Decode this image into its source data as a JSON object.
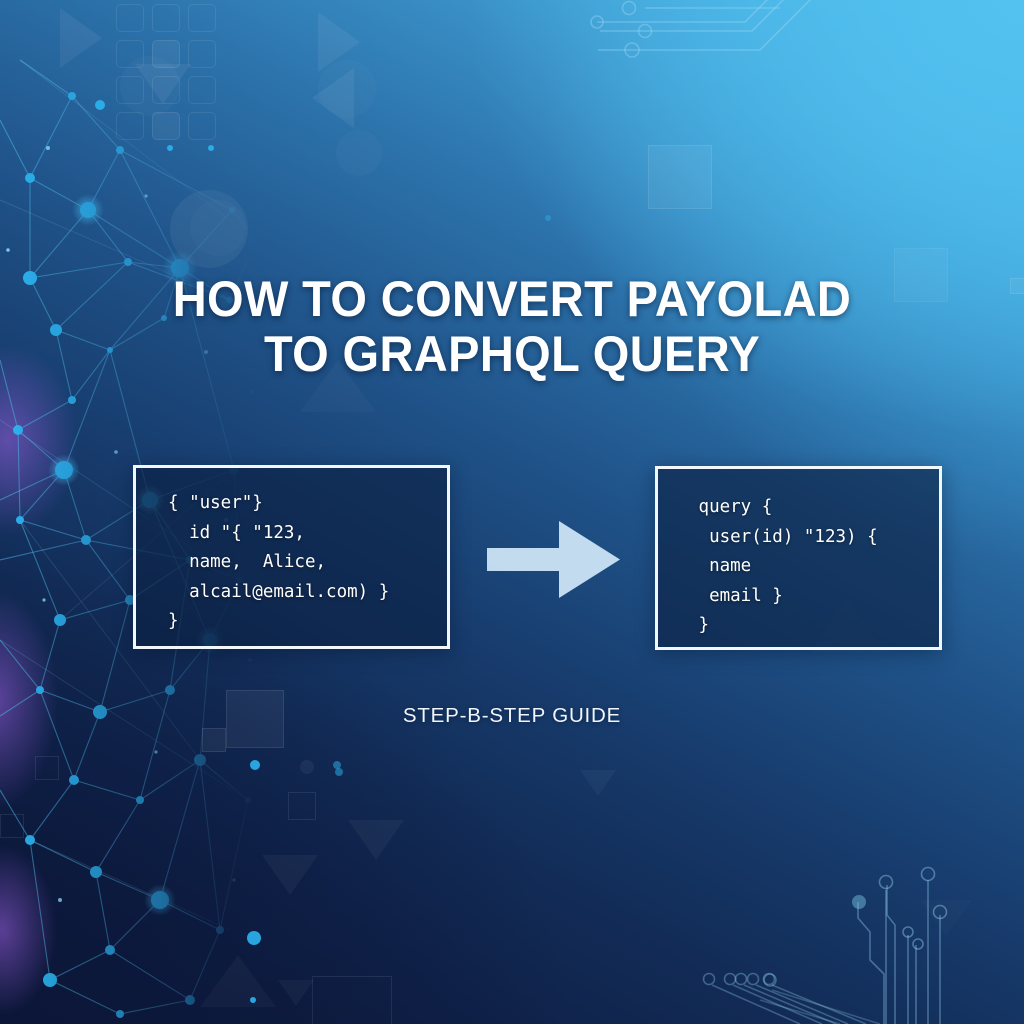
{
  "poster": {
    "title_line_1": "HOW TO CONVERT PAYOLAD",
    "title_line_2": "TO GRAPHQL QUERY",
    "subtitle": "STEP-B-STEP GUIDE"
  },
  "panels": {
    "input": {
      "label": "json-payload-box",
      "code": "{ \"user\"}\n  id \"{ \"123,\n  name,  Alice,\n  alcail@email.com) }\n}"
    },
    "output": {
      "label": "graphql-query-box",
      "code": " query {\n  user(id) \"123) {\n  name\n  email }\n }"
    },
    "connector": {
      "icon": "arrow-right-icon",
      "direction": "right"
    }
  },
  "colors": {
    "background_top_right": "#4FBCEC",
    "background_mid": "#1F5288",
    "background_bottom_left": "#0D1838",
    "title_text": "#FFFFFF",
    "code_text": "#FFFFFF",
    "box_border": "#F2F7FB",
    "box_fill": "#0C2042",
    "arrow_fill": "#CFE6F7",
    "network_node": "#29B6F6",
    "network_link": "#3FA9E0",
    "network_accent_purple": "#8A5FD6",
    "circuit_trace": "#5FA8DC"
  },
  "decor": {
    "network_graph_label": "network-node-graph",
    "circuit_top_right_label": "circuit-traces-top-right",
    "circuit_bottom_right_label": "circuit-traces-bottom-right",
    "circuit_bottom_center_label": "circuit-traces-bottom-center",
    "geometry_label": "geometric-shapes"
  }
}
